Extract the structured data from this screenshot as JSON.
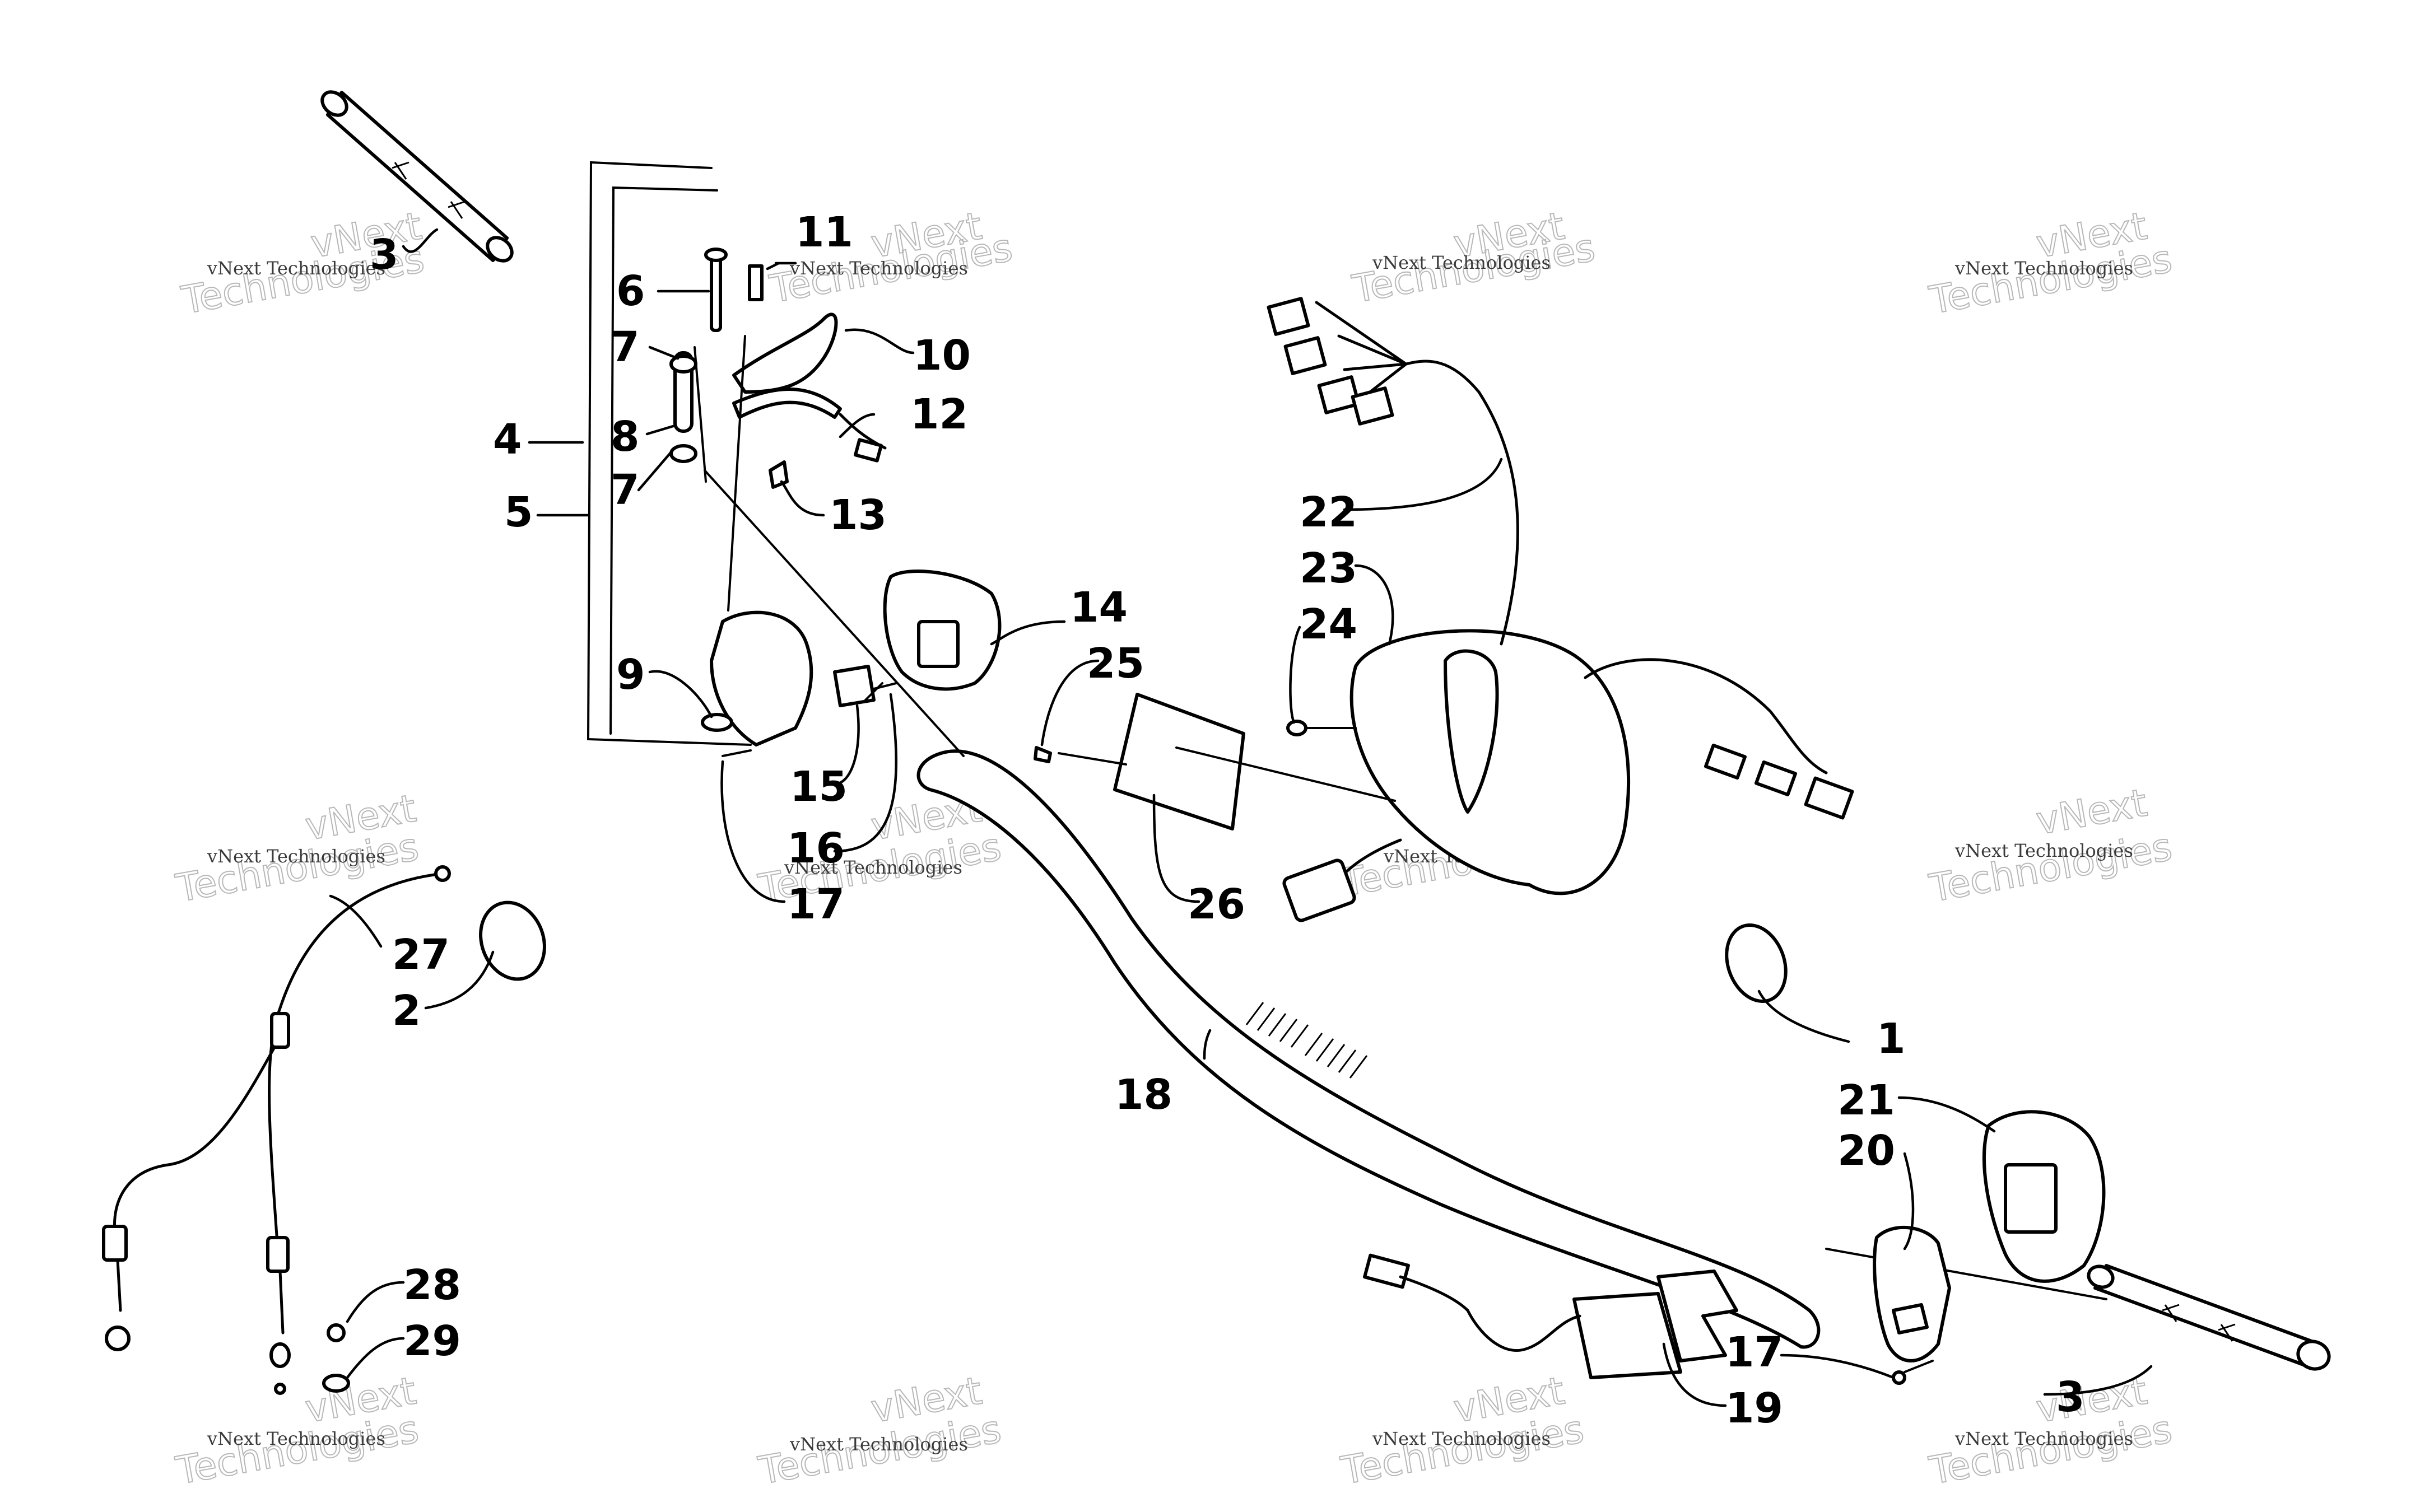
{
  "diagram": {
    "callouts": [
      {
        "id": "c1",
        "text": "1"
      },
      {
        "id": "c2",
        "text": "2"
      },
      {
        "id": "c3a",
        "text": "3"
      },
      {
        "id": "c3b",
        "text": "3"
      },
      {
        "id": "c4",
        "text": "4"
      },
      {
        "id": "c5",
        "text": "5"
      },
      {
        "id": "c6",
        "text": "6"
      },
      {
        "id": "c7a",
        "text": "7"
      },
      {
        "id": "c7b",
        "text": "7"
      },
      {
        "id": "c8",
        "text": "8"
      },
      {
        "id": "c9",
        "text": "9"
      },
      {
        "id": "c10",
        "text": "10"
      },
      {
        "id": "c11",
        "text": "11"
      },
      {
        "id": "c12",
        "text": "12"
      },
      {
        "id": "c13",
        "text": "13"
      },
      {
        "id": "c14",
        "text": "14"
      },
      {
        "id": "c15",
        "text": "15"
      },
      {
        "id": "c16",
        "text": "16"
      },
      {
        "id": "c17a",
        "text": "17"
      },
      {
        "id": "c17b",
        "text": "17"
      },
      {
        "id": "c18",
        "text": "18"
      },
      {
        "id": "c19",
        "text": "19"
      },
      {
        "id": "c20",
        "text": "20"
      },
      {
        "id": "c21",
        "text": "21"
      },
      {
        "id": "c22",
        "text": "22"
      },
      {
        "id": "c23",
        "text": "23"
      },
      {
        "id": "c24",
        "text": "24"
      },
      {
        "id": "c25",
        "text": "25"
      },
      {
        "id": "c26",
        "text": "26"
      },
      {
        "id": "c27",
        "text": "27"
      },
      {
        "id": "c28",
        "text": "28"
      },
      {
        "id": "c29",
        "text": "29"
      }
    ],
    "watermark": {
      "brand": "vNext",
      "small_text": "vNext Technologies",
      "large_text": "Technologies"
    }
  }
}
